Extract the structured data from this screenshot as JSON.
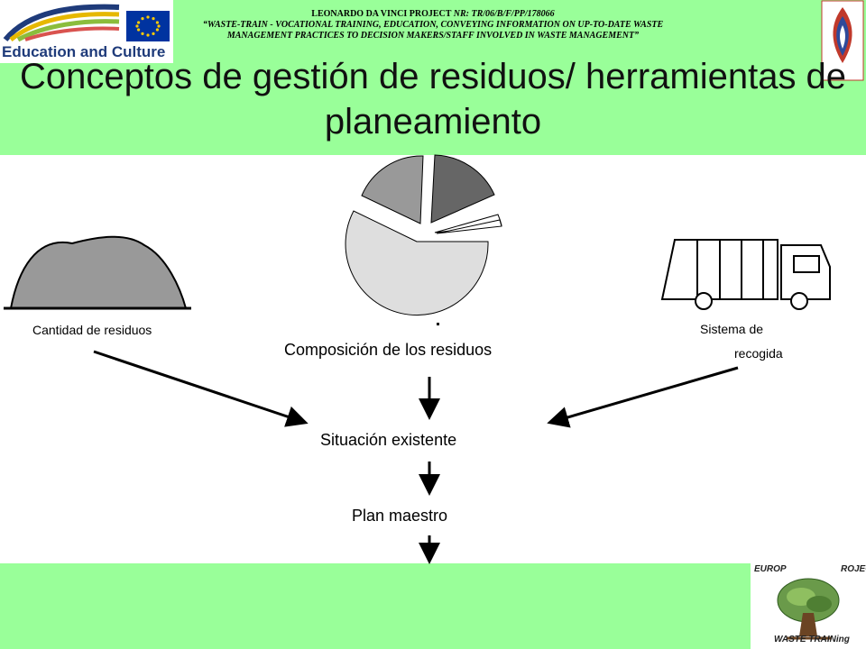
{
  "header": {
    "logo_text": "Education and Culture",
    "project_line": "LEONARDO DA VINCI PROJECT",
    "project_nr": "NR: TR/06/B/F/PP/178066",
    "subtitle_line1": "“WASTE-TRAIN - VOCATIONAL TRAINING, EDUCATION, CONVEYING INFORMATION ON UP-TO-DATE WASTE",
    "subtitle_line2": "MANAGEMENT PRACTICES TO DECISION MAKERS/STAFF INVOLVED IN WASTE MANAGEMENT”"
  },
  "slide": {
    "title": "Conceptos de gestión de residuos/ herramientas de planeamiento"
  },
  "diagram": {
    "quantity_label": "Cantidad de residuos",
    "composition_label": "Composición de los residuos",
    "collection_label_line1": "Sistema de",
    "collection_label_line2": "recogida",
    "existing_label": "Situación existente",
    "master_plan_label": "Plan maestro"
  },
  "footer_logo": {
    "text_left": "EUROP",
    "text_right": "ROJECT",
    "text_bottom": "WASTE TRAINing"
  },
  "colors": {
    "band": "#99ff99",
    "pile": "#999999",
    "pie_large": "#dedede",
    "pie_mid": "#999999",
    "pie_dark": "#666666"
  }
}
